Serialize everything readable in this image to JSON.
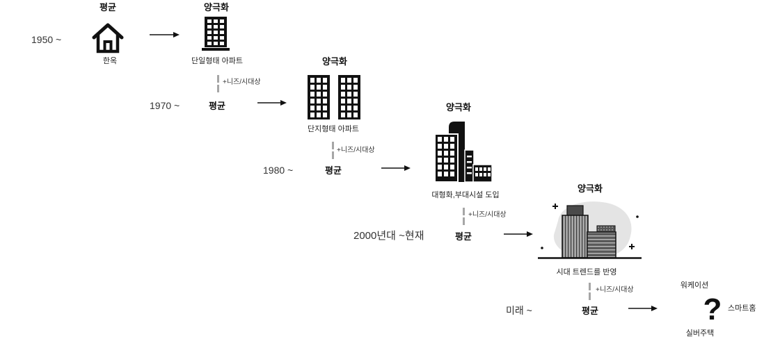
{
  "stages": [
    {
      "period": "1950 ~",
      "average": "평균",
      "average_icon": "house-icon",
      "average_caption": "한옥",
      "polarization": "양극화",
      "polarization_icon": "apartment-building-icon",
      "polarization_caption": "단일형태 아파트"
    },
    {
      "need": "+니즈/시대상",
      "period": "1970 ~",
      "average": "평균",
      "polarization": "양극화",
      "polarization_icon": "twin-apartment-buildings-icon",
      "polarization_caption": "단지형태 아파트"
    },
    {
      "need": "+니즈/시대상",
      "period": "1980 ~",
      "average": "평균",
      "polarization": "양극화",
      "polarization_icon": "building-complex-icon",
      "polarization_caption": "대형화,부대시설 도입"
    },
    {
      "need": "+니즈/시대상",
      "period": "2000년대 ~현재",
      "average": "평균",
      "polarization": "양극화",
      "polarization_icon": "modern-building-illustration",
      "polarization_caption": "시대 트렌드를 반영"
    },
    {
      "need": "+니즈/시대상",
      "period": "미래 ~",
      "average": "평균",
      "future_mark": "?",
      "future_keywords": [
        "워케이션",
        "스마트홈",
        "실버주택"
      ]
    }
  ],
  "colors": {
    "text": "#222222",
    "heading": "#111111",
    "arrow": "#111111",
    "icon": "#111111",
    "need_connector": "#a6a6a6",
    "illustration_backdrop": "#e4e4e4"
  }
}
